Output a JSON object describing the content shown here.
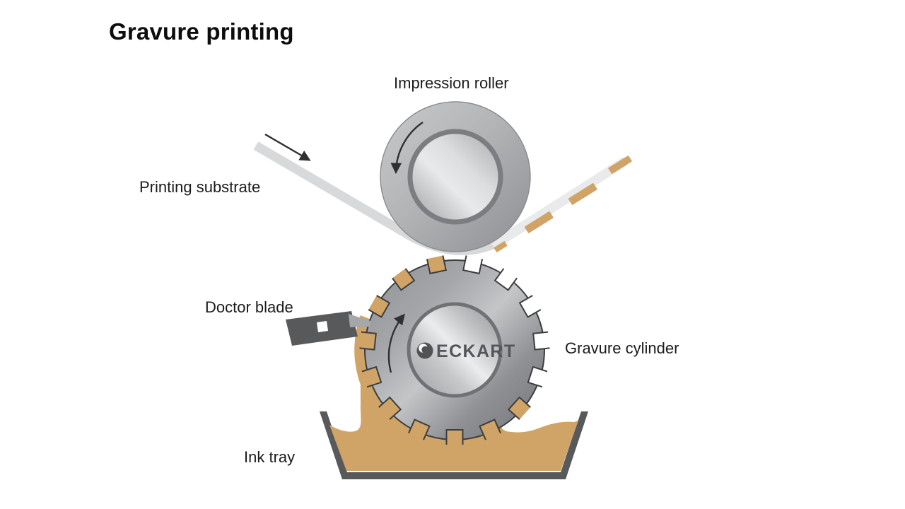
{
  "title": "Gravure printing",
  "labels": {
    "impression_roller": "Impression roller",
    "printing_substrate": "Printing substrate",
    "doctor_blade": "Doctor blade",
    "gravure_cylinder": "Gravure cylinder",
    "ink_tray": "Ink tray"
  },
  "logo": {
    "brand": "ECKART"
  },
  "colors": {
    "ink_tan": "#d0a366",
    "metal_dark_gray": "#58595b",
    "outline_dark": "#3d3e40",
    "substrate_in": "#d8d9da",
    "substrate_out": "#e9eaeb",
    "arrow": "#2f3032",
    "logo_text": "#55565a",
    "background": "#ffffff"
  },
  "annotations": {
    "substrate_direction": "down-right into nip",
    "impression_roller_rotation": "counterclockwise",
    "gravure_cylinder_rotation": "clockwise"
  }
}
